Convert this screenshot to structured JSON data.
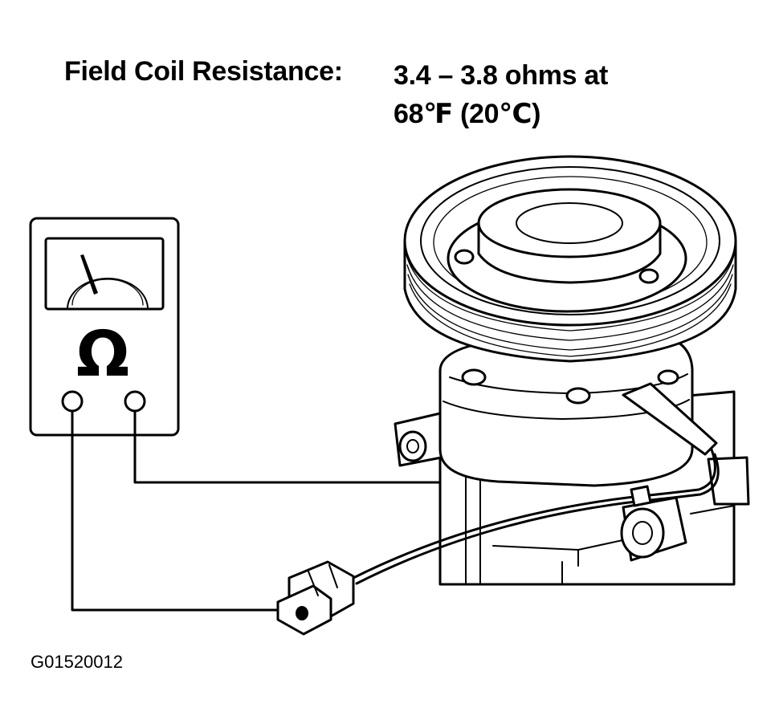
{
  "spec": {
    "label": "Field Coil Resistance:",
    "value_line1": "3.4 – 3.8 ohms at",
    "value_line2": "68℉ (20℃)"
  },
  "meter": {
    "symbol": "Ω"
  },
  "figure_code": "G01520012"
}
